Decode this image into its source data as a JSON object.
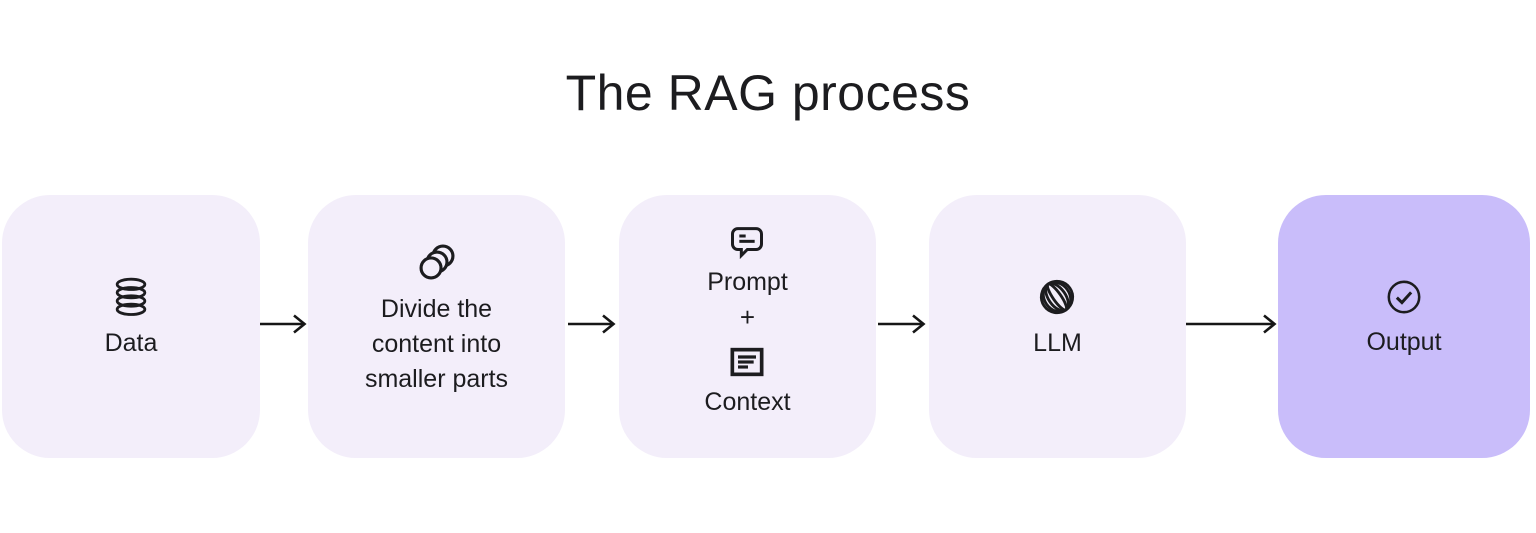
{
  "title": "The RAG process",
  "colors": {
    "box_light": "#f3eefa",
    "box_accent": "#c9bdfa",
    "text": "#1c1c1f",
    "arrow": "#161616",
    "icon_stroke": "#1c1c1f"
  },
  "steps": [
    {
      "id": "data",
      "icon": "database-icon",
      "label": "Data"
    },
    {
      "id": "chunking",
      "icon": "chunks-icon",
      "label": "Divide the content into smaller parts",
      "lines": [
        "Divide the",
        "content into",
        "smaller parts"
      ]
    },
    {
      "id": "prompt-context",
      "icons": [
        "message-icon",
        "document-icon"
      ],
      "label_top": "Prompt",
      "separator": "+",
      "label_bottom": "Context"
    },
    {
      "id": "llm",
      "icon": "sphere-icon",
      "label": "LLM"
    },
    {
      "id": "output",
      "icon": "check-circle-icon",
      "label": "Output",
      "highlighted": true
    }
  ],
  "arrows": {
    "count": 4,
    "direction": "right"
  }
}
